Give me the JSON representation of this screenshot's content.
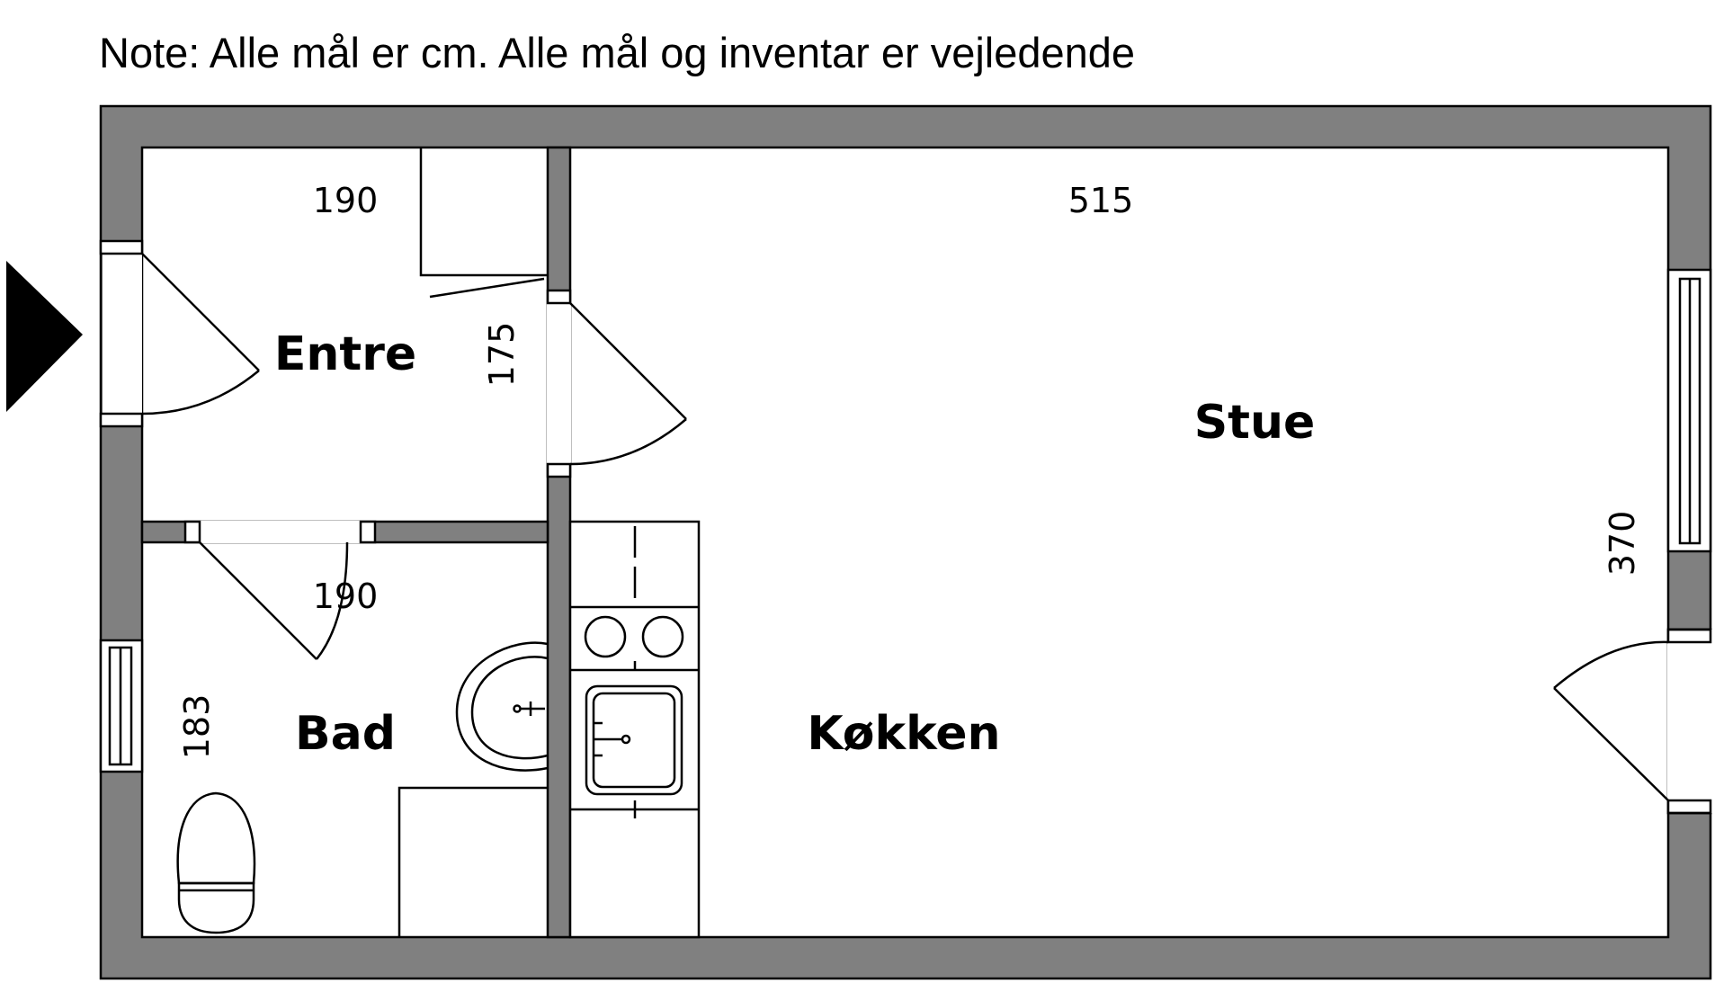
{
  "note": "Note: Alle mål er cm. Alle mål og inventar er vejledende",
  "rooms": {
    "entre": "Entre",
    "bad": "Bad",
    "stue": "Stue",
    "kokken": "Køkken"
  },
  "dimensions": {
    "entre_width": "190",
    "entre_height": "175",
    "bad_width": "190",
    "bad_height": "183",
    "stue_width": "515",
    "stue_height": "370"
  },
  "colors": {
    "wall": "#808080",
    "lines": "#000000",
    "background": "#ffffff"
  },
  "icons": [
    "entrance-arrow-icon",
    "door-swing-icon",
    "window-icon",
    "sink-icon",
    "toilet-icon",
    "stove-burner-icon"
  ]
}
